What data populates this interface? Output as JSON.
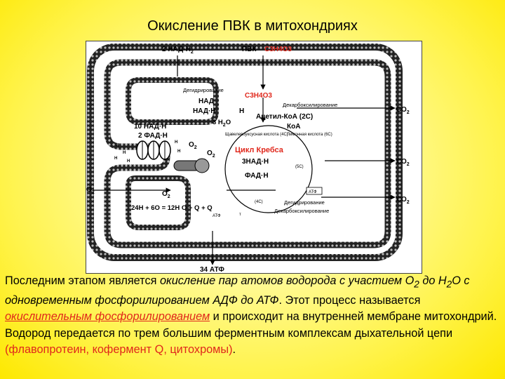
{
  "slide": {
    "title": "Окисление ПВК в митохондриях"
  },
  "diagram": {
    "label_2nadh": "2 НАД·Н",
    "label_2nadh_sub": "2",
    "label_pvk": "ПВК",
    "label_c3h4o3": "С3Н4О3",
    "label_dehydrogenation_top": "Дегидрирование",
    "label_nad": "НАД",
    "label_nadh2": "НАД·Н",
    "label_h2": "Н",
    "label_c3h4o3_inner": "С3Н4О3",
    "label_decarbox_top": "Декарбоксилирование",
    "label_acetyl": "Ацетил-КоА (2С)",
    "label_koa": "КоА",
    "label_10nadh": "10 НАД·Н",
    "label_2fadh": "2 ФАД·Н",
    "label_3h2o": "3 Н",
    "label_3h2o_o": "О",
    "label_oxaloacetic": "Щавелевоуксусная кислота (4С)",
    "label_citric": "Лимонная кислота (6С)",
    "label_o2_left1": "О",
    "label_o2_left2": "О",
    "label_krebs": "Цикл Кребса",
    "label_3nadh": "3НАД·Н",
    "label_5c": "(5С)",
    "label_fadh2": "ФАД·Н",
    "label_atp_box": "АТФ",
    "label_4c": "(4С)",
    "label_o2_outer": "О",
    "label_o2_inner": "О",
    "label_dehydrogenation_bottom": "Дегидрирование",
    "label_decarbox_bottom": "Декарбоксилирование",
    "label_equation": "24Н + 6О  = 12Н О + Q  +  Q",
    "label_eq_atf": "АТФ",
    "label_eq_t": "т",
    "label_co2": "СО",
    "label_34atp": "34 АТФ",
    "label_hplus": "Н"
  },
  "paragraph": {
    "s1": "Последним этапом является ",
    "s2": "окисление пар атомов водорода с участием О",
    "s2_sub": "2",
    "s3": " до Н",
    "s3_sub": "2",
    "s4": "О с одновременным фосфорилированием АДФ до АТФ",
    "s5": ". Этот процесс называется ",
    "s6": "окислительным фосфорилированием",
    "s7": " и происходит на внутренней мембране митохондрий. Водород передается по трем большим ферментным комплексам дыхательной цепи ",
    "s8": "(флавопротеин, кофермент Q, цитохромы)",
    "s9": "."
  },
  "colors": {
    "accent_red": "#e0281c",
    "background": "#fff34a"
  }
}
